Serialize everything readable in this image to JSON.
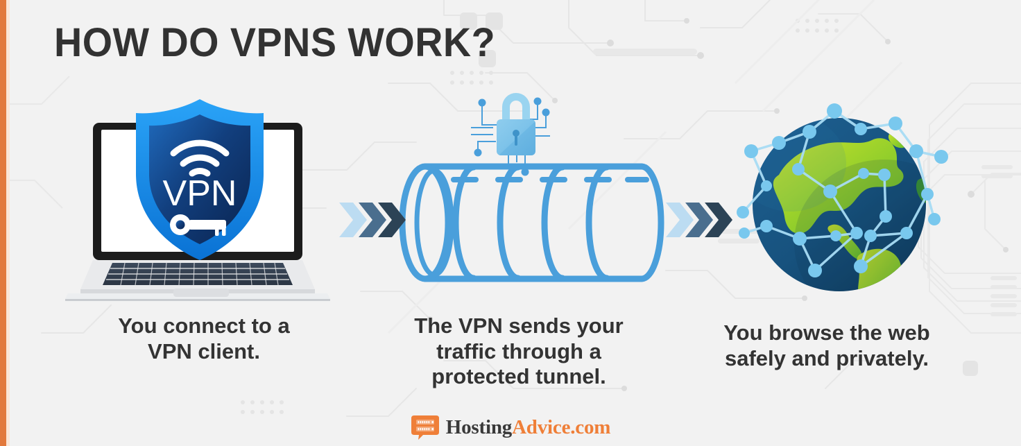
{
  "page": {
    "title": "HOW DO VPNS WORK?",
    "background_color": "#f2f2f2",
    "accent_color": "#e2793c"
  },
  "colors": {
    "title_text": "#323232",
    "caption_text": "#333333",
    "tunnel_blue": "#4a9fdb",
    "lock_blue": "#7ec4e8",
    "shield_outer": "#1d8ff0",
    "shield_inner_dark": "#0d2f5e",
    "shield_inner_light": "#1a5ca8",
    "globe_ocean": "#17527e",
    "globe_ocean_dark": "#0f3f66",
    "globe_land": "#6fc22e",
    "globe_land_light": "#c3e02a",
    "node_blue": "#79c8ee",
    "chevron_light": "#bcdcf2",
    "chevron_mid": "#4a6e8e",
    "chevron_dark": "#2c4356",
    "logo_orange": "#ef7f38",
    "logo_dark": "#3a3a3a"
  },
  "steps": [
    {
      "id": "laptop",
      "icon_name": "laptop-with-vpn-shield",
      "shield_label": "VPN",
      "caption_lines": [
        "You connect to a",
        "VPN client."
      ]
    },
    {
      "id": "tunnel",
      "icon_name": "protected-tunnel-with-padlock",
      "caption_lines": [
        "The VPN sends your",
        "traffic through a",
        "protected tunnel."
      ]
    },
    {
      "id": "globe",
      "icon_name": "globe-network",
      "caption_lines": [
        "You browse the web",
        "safely and privately."
      ]
    }
  ],
  "arrows": {
    "left_group_name": "flow-arrows-left",
    "right_group_name": "flow-arrows-right",
    "chevron_count": 3
  },
  "logo": {
    "icon_name": "hostingadvice-server-bubble-icon",
    "text_primary": "Hosting",
    "text_accent": "Advice.com"
  }
}
